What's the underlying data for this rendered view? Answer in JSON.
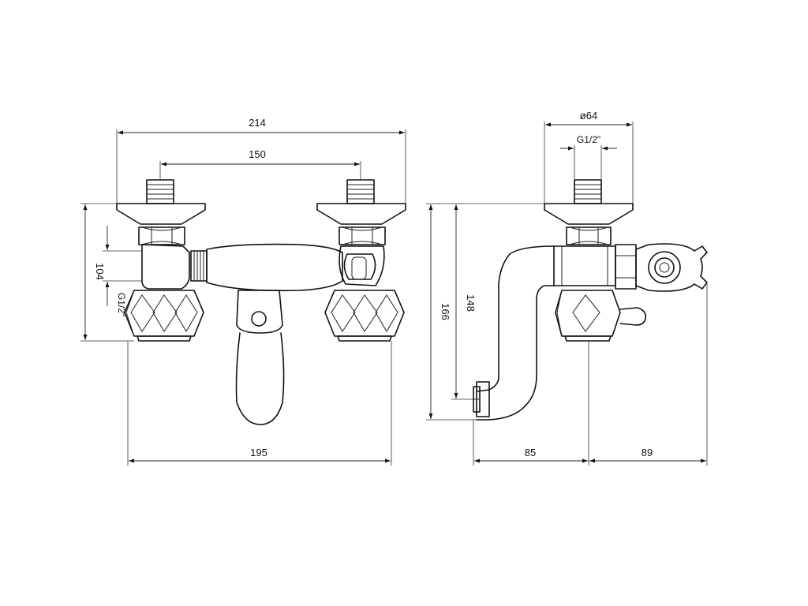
{
  "dimensions": {
    "front": {
      "overall_width": "214",
      "inlet_spacing": "150",
      "height_104": "104",
      "thread": "G1/2\"",
      "width_195": "195"
    },
    "side": {
      "diameter": "ø64",
      "thread": "G1/2\"",
      "height_148": "148",
      "height_166": "166",
      "depth_85": "85",
      "depth_89": "89"
    }
  },
  "colors": {
    "line": "#111111",
    "background": "#ffffff"
  }
}
